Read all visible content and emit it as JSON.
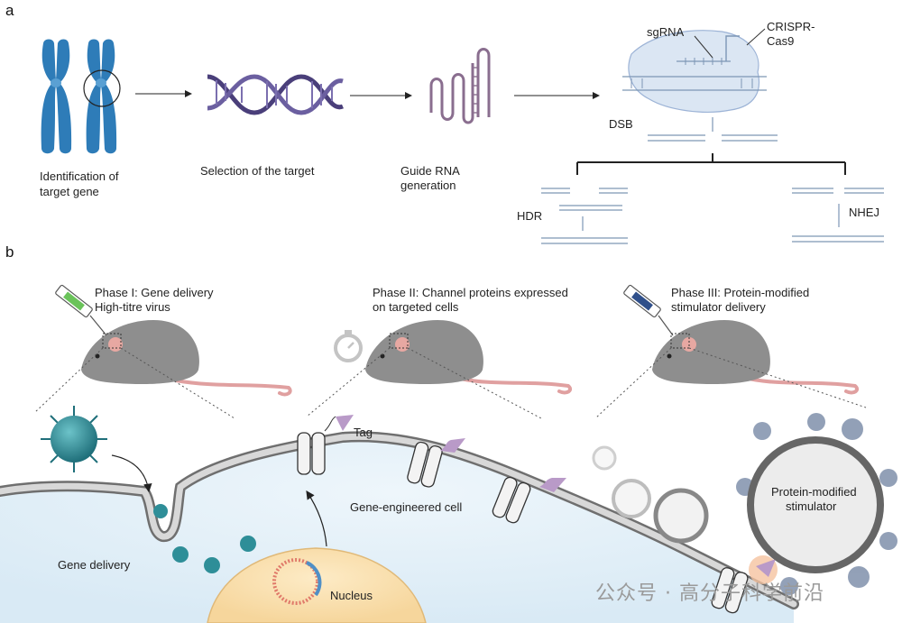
{
  "panel_a": {
    "letter": "a",
    "step1": {
      "line1": "Identification of",
      "line2": "target gene"
    },
    "step2": "Selection of the target",
    "step3": {
      "line1": "Guide RNA",
      "line2": "generation"
    },
    "sgrna": "sgRNA",
    "crispr": {
      "line1": "CRISPR-",
      "line2": "Cas9"
    },
    "dsb": "DSB",
    "hdr": "HDR",
    "nhej": "NHEJ"
  },
  "panel_b": {
    "letter": "b",
    "phase1": {
      "line1": "Phase I: Gene delivery",
      "line2": "High-titre virus"
    },
    "phase2": {
      "line1": "Phase II: Channel proteins expressed",
      "line2": "on targeted cells"
    },
    "phase3": {
      "line1": "Phase III: Protein-modified",
      "line2": "stimulator delivery"
    },
    "tag": "Tag",
    "gene_engineered_cell": "Gene-engineered cell",
    "gene_delivery": "Gene delivery",
    "nucleus": "Nucleus",
    "stimulator": {
      "line1": "Protein-modified",
      "line2": "stimulator"
    }
  },
  "watermark": "公众号 · 高分子科学前沿",
  "colors": {
    "chromosome": "#2e7cb8",
    "dna": "#4a3f7a",
    "rna": "#8a6e8f",
    "cas9": "#c9d8ec",
    "cell": "#e4f0f8",
    "nucleus": "#fbe3b4",
    "virus": "#2e8e98",
    "mouse": "#8e8e8e",
    "tag": "#b99ac8"
  }
}
